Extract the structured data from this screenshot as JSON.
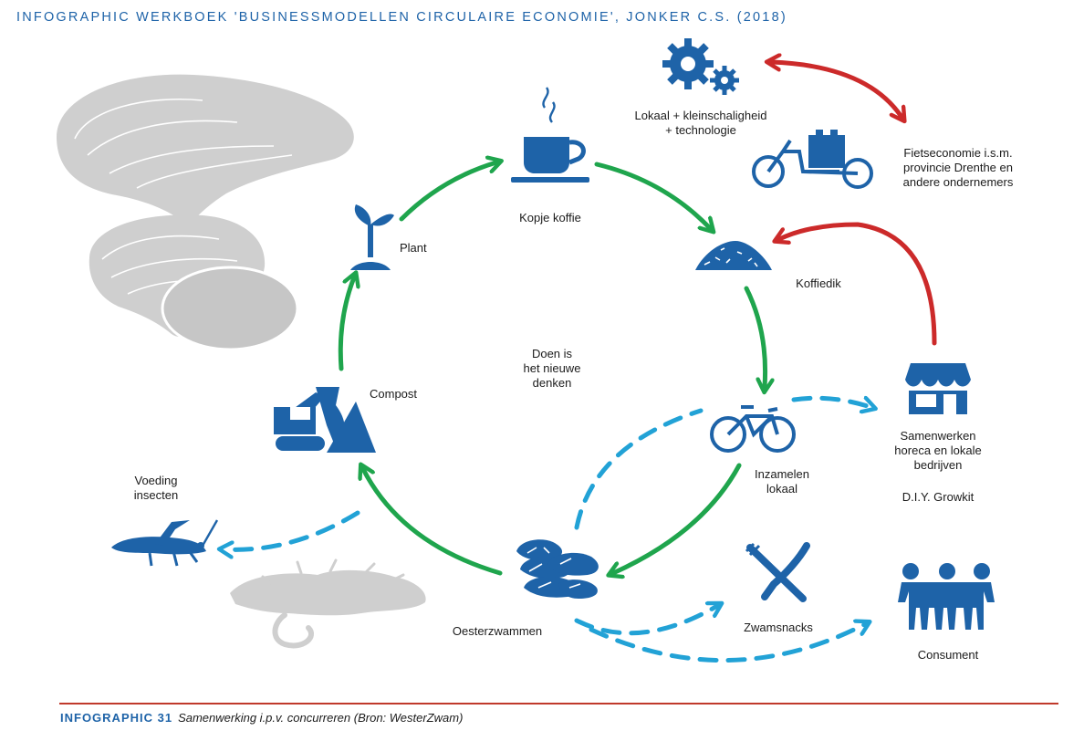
{
  "header": {
    "title": "INFOGRAPHIC WERKBOEK 'BUSINESSMODELLEN CIRCULAIRE ECONOMIE', JONKER C.S. (2018)"
  },
  "labels": {
    "kopje_koffie": "Kopje koffie",
    "koffiedik": "Koffiedik",
    "plant": "Plant",
    "compost": "Compost",
    "center_line1": "Doen is",
    "center_line2": "het nieuwe",
    "center_line3": "denken",
    "inzamelen_line1": "Inzamelen",
    "inzamelen_line2": "lokaal",
    "oesterzwammen": "Oesterzwammen",
    "zwamsnacks": "Zwamsnacks",
    "consument": "Consument",
    "voeding_line1": "Voeding",
    "voeding_line2": "insecten",
    "lokaal_line1": "Lokaal + kleinschaligheid",
    "lokaal_line2": "+ technologie",
    "fiets_line1": "Fietseconomie i.s.m.",
    "fiets_line2": "provincie Drenthe en",
    "fiets_line3": "andere ondernemers",
    "samen_line1": "Samenwerken",
    "samen_line2": "horeca en lokale",
    "samen_line3": "bedrijven",
    "diy": "D.I.Y. Growkit"
  },
  "footer": {
    "number": "INFOGRAPHIC 31",
    "caption": "Samenwerking i.p.v. concurreren (Bron: WesterZwam)"
  },
  "colors": {
    "blue": "#1e63a8",
    "green": "#1fa54d",
    "red": "#cc2a2a",
    "light_blue": "#22a2d6",
    "gray": "#c6c6c6"
  }
}
